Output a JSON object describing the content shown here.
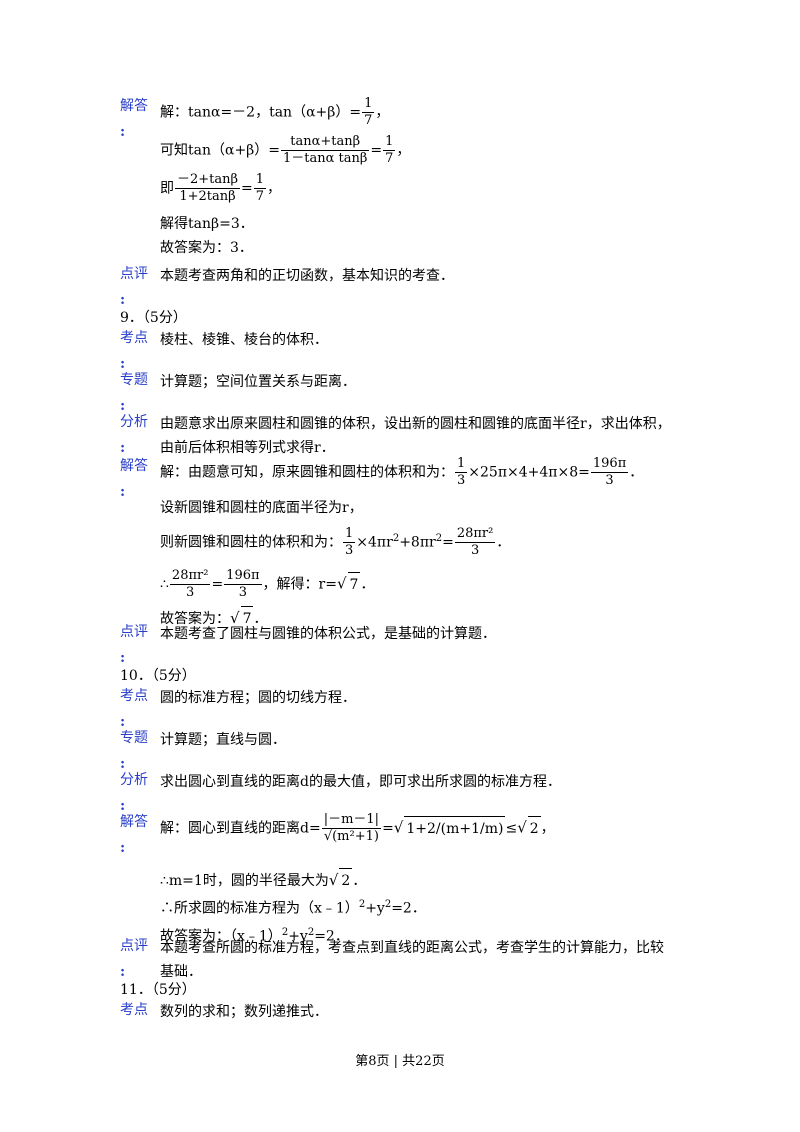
{
  "q8": {
    "answer_label": "解答",
    "colon": ":",
    "lines": [
      "解：tanα=－2，tan（α+β）=",
      "可知tan（α+β）=",
      "即",
      "解得tanβ=3．",
      "故答案为：3．"
    ],
    "frac1": {
      "num": "1",
      "den": "7"
    },
    "frac2": {
      "num": "tanα+tanβ",
      "den": "1－tanα tanβ"
    },
    "frac3": {
      "num": "1",
      "den": "7"
    },
    "frac4": {
      "num": "－2+tanβ",
      "den": "1+2tanβ"
    },
    "frac5": {
      "num": "1",
      "den": "7"
    },
    "comma": "，",
    "review_label": "点评",
    "review": "本题考查两角和的正切函数，基本知识的考查．"
  },
  "q9": {
    "number": "9．（5分）",
    "point_label": "考点",
    "point": "棱柱、棱锥、棱台的体积．",
    "topic_label": "专题",
    "topic": "计算题；空间位置关系与距离．",
    "analysis_label": "分析",
    "analysis": [
      "由题意求出原来圆柱和圆锥的体积，设出新的圆柱和圆锥的底面半径r，求出体积，",
      "由前后体积相等列式求得r．"
    ],
    "answer_label": "解答",
    "a1_pre": "解：由题意可知，原来圆锥和圆柱的体积和为：",
    "a1_frac": {
      "num": "1",
      "den": "3"
    },
    "a1_mid": "×25π×4+4π×8=",
    "a1_frac2": {
      "num": "196π",
      "den": "3"
    },
    "a1_end": "．",
    "a2": "设新圆锥和圆柱的底面半径为r，",
    "a3_pre": "则新圆锥和圆柱的体积和为：",
    "a3_frac": {
      "num": "1",
      "den": "3"
    },
    "a3_mid": "×4πr",
    "a3_mid2": "+8πr",
    "a3_eq": "=",
    "a3_frac2": {
      "num": "28πr²",
      "den": "3"
    },
    "a3_end": "．",
    "a4_pre": "∴",
    "a4_frac": {
      "num": "28πr²",
      "den": "3"
    },
    "a4_eq": "=",
    "a4_frac2": {
      "num": "196π",
      "den": "3"
    },
    "a4_mid": "，解得：r=",
    "a4_rad": "7",
    "a4_end": "．",
    "a5": "故答案为：",
    "a5_rad": "7",
    "a5_end": "．",
    "sup2": "2",
    "review_label": "点评",
    "review": "本题考查了圆柱与圆锥的体积公式，是基础的计算题．"
  },
  "q10": {
    "number": "10．（5分）",
    "point_label": "考点",
    "point": "圆的标准方程；圆的切线方程．",
    "topic_label": "专题",
    "topic": "计算题；直线与圆．",
    "analysis_label": "分析",
    "analysis": "求出圆心到直线的距离d的最大值，即可求出所求圆的标准方程．",
    "answer_label": "解答",
    "a1_pre": "解：圆心到直线的距离d=",
    "a1_frac": {
      "num": "|－m－1|",
      "den": "√(m²+1)"
    },
    "a1_eq": "=",
    "a1_root": "1+2/(m+1/m)",
    "a1_le": "≤",
    "a1_rad": "2",
    "a1_end": "，",
    "a2_pre": "∴m=1时，圆的半径最大为",
    "a2_rad": "2",
    "a2_end": "．",
    "a3_pre": "∴所求圆的标准方程为（x﹣1）",
    "a3_mid": "+y",
    "a3_end": "=2．",
    "a4_pre": "故答案为：（x﹣1）",
    "a4_mid": "+y",
    "a4_end": "=2．",
    "sup2": "2",
    "review_label": "点评",
    "review": [
      "本题考查所圆的标准方程，考查点到直线的距离公式，考查学生的计算能力，比较",
      "基础．"
    ]
  },
  "q11": {
    "number": "11．（5分）",
    "point_label": "考点",
    "point": "数列的求和；数列递推式．"
  },
  "footer": "第8页 | 共22页"
}
